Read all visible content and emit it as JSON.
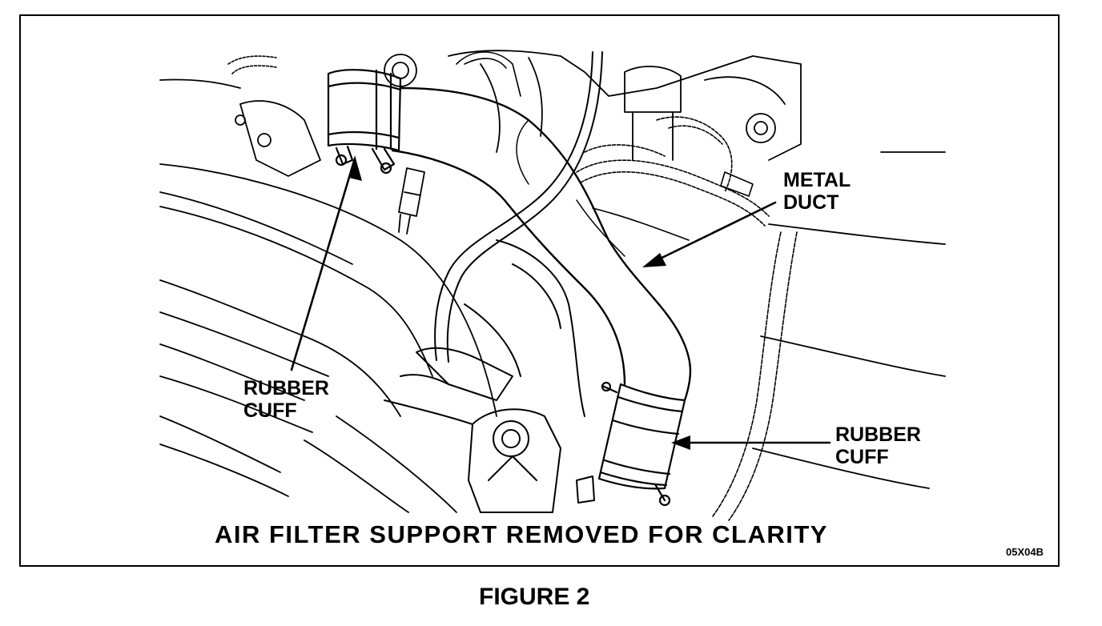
{
  "labels": {
    "metal_duct": [
      "METAL",
      "DUCT"
    ],
    "rubber_cuff_top": [
      "RUBBER",
      "CUFF"
    ],
    "rubber_cuff_bottom": [
      "RUBBER",
      "CUFF"
    ],
    "footer_note": "AIR FILTER SUPPORT REMOVED FOR CLARITY",
    "drawing_code": "05X04B",
    "figure_title": "FIGURE 2"
  },
  "colors": {
    "ink": "#000000",
    "paper": "#ffffff"
  }
}
